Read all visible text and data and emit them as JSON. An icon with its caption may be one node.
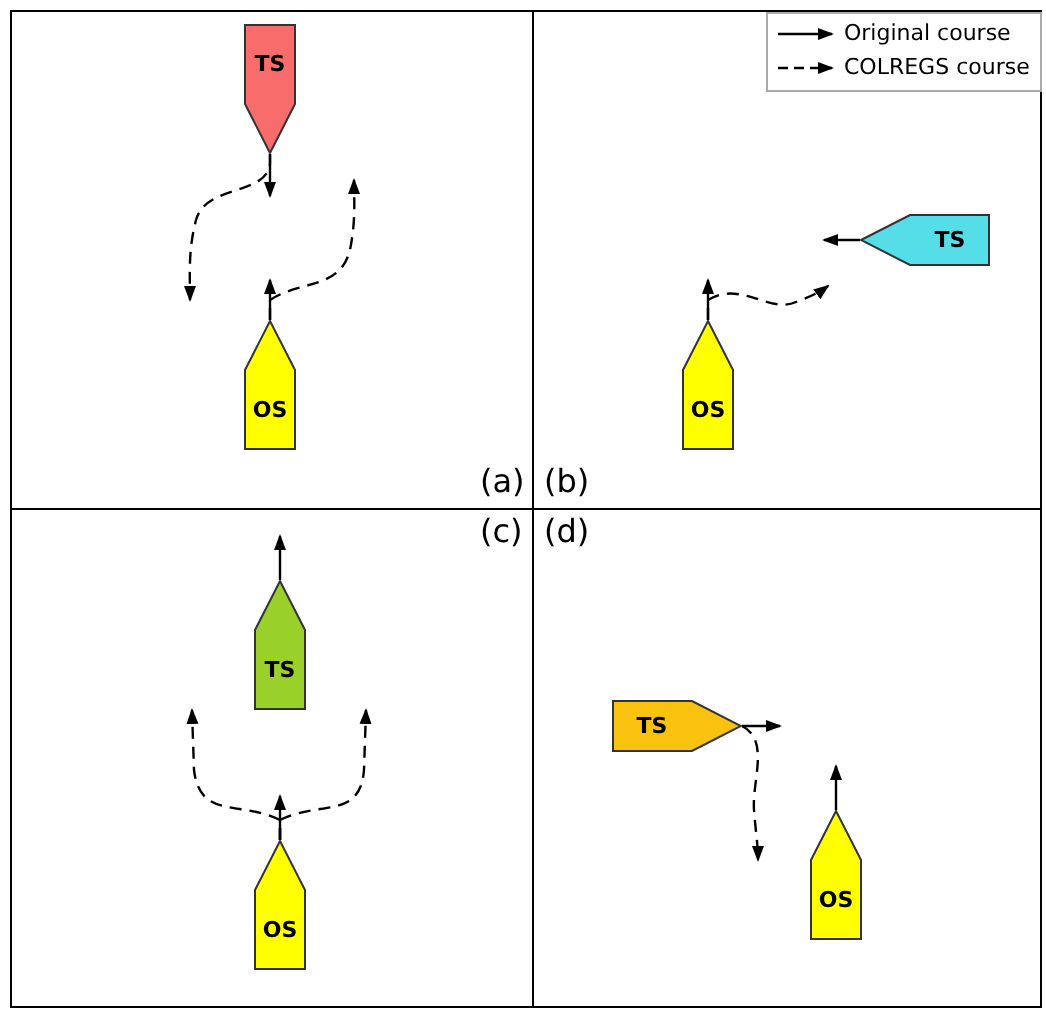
{
  "diagram": {
    "nodes": [
      {
        "text": [
          "TS"
        ]
      },
      {
        "text": [
          "OS"
        ]
      },
      {
        "text": [
          "TS"
        ]
      },
      {
        "text": [
          "OS"
        ]
      },
      {
        "text": [
          "TS"
        ]
      },
      {
        "text": [
          "OS"
        ]
      },
      {
        "text": [
          "TS"
        ]
      },
      {
        "text": [
          "OS"
        ]
      }
    ],
    "edges": [
      {
        "from": 0,
        "to": null,
        "arrow": "to"
      },
      {
        "from": 0,
        "to": null,
        "arrow": "to",
        "style": "dashed"
      },
      {
        "from": 1,
        "to": null,
        "arrow": "to"
      },
      {
        "from": 1,
        "to": null,
        "arrow": "to",
        "style": "dashed"
      },
      {
        "from": 2,
        "to": null,
        "arrow": "to"
      },
      {
        "from": 3,
        "to": null,
        "arrow": "to"
      },
      {
        "from": 3,
        "to": null,
        "arrow": "to",
        "style": "dashed"
      },
      {
        "from": 4,
        "to": null,
        "arrow": "to"
      },
      {
        "from": 5,
        "to": null,
        "arrow": "to"
      },
      {
        "from": 5,
        "to": null,
        "arrow": "to",
        "style": "dashed"
      },
      {
        "from": 5,
        "to": null,
        "arrow": "to",
        "style": "dashed"
      },
      {
        "from": 6,
        "to": null,
        "arrow": "to"
      },
      {
        "from": 6,
        "to": null,
        "arrow": "to",
        "style": "dashed"
      },
      {
        "from": 7,
        "to": null,
        "arrow": "to"
      }
    ],
    "labels": [
      "(a)",
      "(b)",
      "(c)",
      "(d)"
    ],
    "legend": [
      {
        "text": "Original course"
      },
      {
        "text": "COLREGS course"
      }
    ]
  }
}
